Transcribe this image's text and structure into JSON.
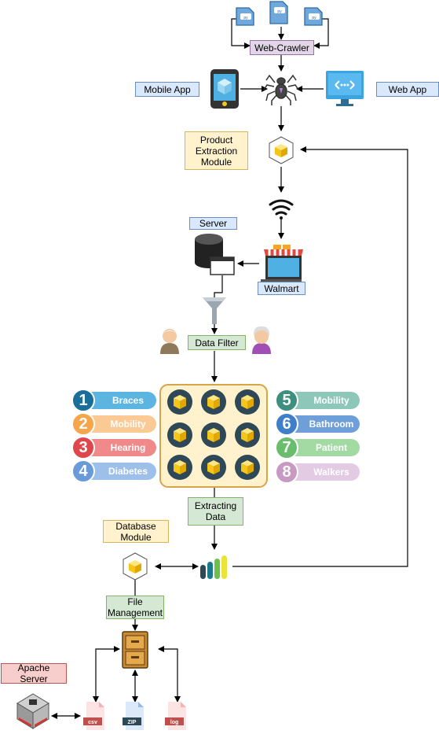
{
  "labels": {
    "web_crawler": "Web-Crawler",
    "mobile_app": "Mobile App",
    "web_app": "Web App",
    "product_extraction": [
      "Product",
      "Extraction",
      "Module"
    ],
    "server": "Server",
    "walmart": "Walmart",
    "data_filter": "Data Filter",
    "extracting_data": [
      "Extracting",
      "Data"
    ],
    "database_module": [
      "Database",
      "Module"
    ],
    "file_management": [
      "File",
      "Management"
    ],
    "apache_server": [
      "Apache",
      "Server"
    ]
  },
  "categories_left": [
    {
      "num": "1",
      "label": "Braces",
      "color": "#1a6f9a",
      "pill": "#5bb5e0"
    },
    {
      "num": "2",
      "label": "Mobility",
      "color": "#f5a54a",
      "pill": "#fbc993"
    },
    {
      "num": "3",
      "label": "Hearing",
      "color": "#e0474c",
      "pill": "#f08a8a"
    },
    {
      "num": "4",
      "label": "Diabetes",
      "color": "#6a9bd8",
      "pill": "#9dc0ea"
    }
  ],
  "categories_right": [
    {
      "num": "5",
      "label": "Mobility",
      "color": "#3f8f80",
      "pill": "#8cc7b9"
    },
    {
      "num": "6",
      "label": "Bathroom",
      "color": "#3f7fc9",
      "pill": "#6e9fd8"
    },
    {
      "num": "7",
      "label": "Patient",
      "color": "#69bd6c",
      "pill": "#a3d9a3"
    },
    {
      "num": "8",
      "label": "Walkers",
      "color": "#c79ac4",
      "pill": "#e3cbe3"
    }
  ],
  "files": [
    "csv",
    "ZIP",
    "log"
  ],
  "colors": {
    "accent_yellow": "#f5c518",
    "cube_bg": "#2f4858",
    "grid_bg": "#fff2cc",
    "grid_border": "#d6a54a"
  }
}
